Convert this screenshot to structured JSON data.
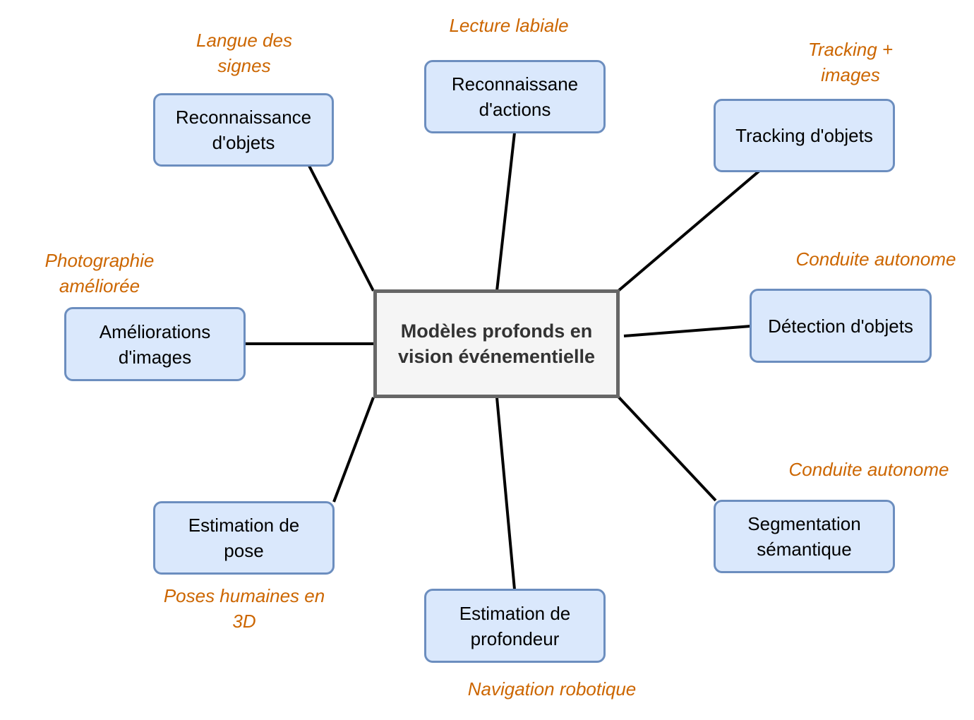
{
  "diagram": {
    "center": {
      "label": "Modèles profonds en\nvision événementielle"
    },
    "nodes": [
      {
        "id": "reconnaissance-objets",
        "label": "Reconnaissance\nd'objets",
        "annotation": "Langue des\nsignes"
      },
      {
        "id": "reconnaissance-actions",
        "label": "Reconnaissane\nd'actions",
        "annotation": "Lecture labiale"
      },
      {
        "id": "tracking-objets",
        "label": "Tracking d'objets",
        "annotation": "Tracking +\nimages"
      },
      {
        "id": "detection-objets",
        "label": "Détection d'objets",
        "annotation": "Conduite autonome"
      },
      {
        "id": "segmentation-semantique",
        "label": "Segmentation\nsémantique",
        "annotation": "Conduite autonome"
      },
      {
        "id": "estimation-profondeur",
        "label": "Estimation de\nprofondeur",
        "annotation": "Navigation robotique"
      },
      {
        "id": "estimation-pose",
        "label": "Estimation de\npose",
        "annotation": "Poses humaines en\n3D"
      },
      {
        "id": "ameliorations-images",
        "label": "Améliorations\nd'images",
        "annotation": "Photographie\naméliorée"
      }
    ]
  },
  "colors": {
    "node_fill": "#dae8fc",
    "node_stroke": "#6c8ebf",
    "center_fill": "#f5f5f5",
    "center_stroke": "#666666",
    "annotation_text": "#cc6600",
    "connector": "#000000"
  }
}
